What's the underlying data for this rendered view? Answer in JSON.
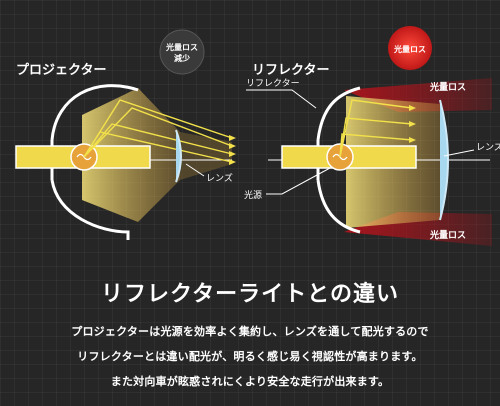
{
  "projector": {
    "title": "プロジェクター",
    "badge_line1": "光量ロス",
    "badge_line2": "減少"
  },
  "reflector": {
    "title": "リフレクター",
    "badge": "光量ロス",
    "loss_top": "光量ロス",
    "loss_bottom": "光量ロス",
    "callout_reflector": "リフレクター",
    "callout_lens": "レンズ",
    "callout_source": "光源"
  },
  "projector_lens_label": "レンズ",
  "heading": "リフレクターライトとの違い",
  "description": [
    "プロジェクターは光源を効率よく集約し、レンズを通して配光するので",
    "リフレクターとは違い配光が、明るく感じ易く視認性が高まります。",
    "また対向車が眩惑されにくより安全な走行が出来ます。"
  ],
  "colors": {
    "background": "#262626",
    "beam_yellow": "#f2e14a",
    "beam_orange": "#e8b040",
    "loss_red": "#a8141c",
    "lens_blue": "#9fd0ee"
  }
}
